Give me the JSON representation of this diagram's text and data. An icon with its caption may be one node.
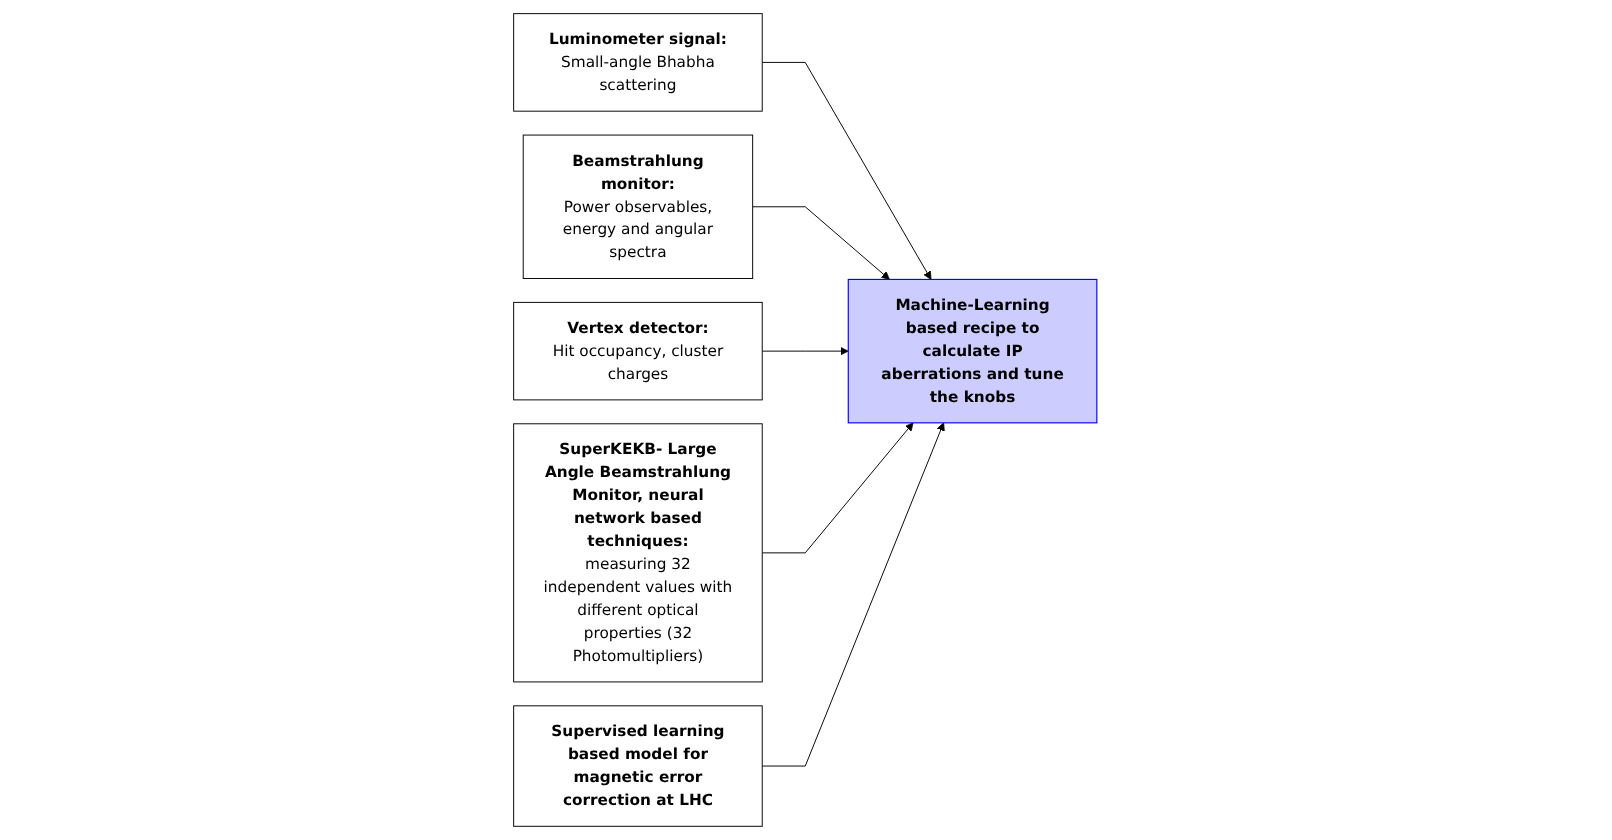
{
  "diagram": {
    "nodes": [
      {
        "text": [
          "Luminometer signal:",
          "Small-angle Bhabha scattering"
        ]
      },
      {
        "text": [
          "Beamstrahlung monitor:",
          "Power observables, energy and angular spectra"
        ]
      },
      {
        "text": [
          "Vertex detector:",
          "Hit occupancy, cluster charges"
        ]
      },
      {
        "text": [
          "Machine-Learning based recipe to calculate IP aberrations and tune the knobs"
        ]
      },
      {
        "text": [
          "SuperKEKB- Large Angle Beamstrahlung Monitor, neural network based techniques:",
          "measuring 32 independent values with different optical properties (32 Photomultipliers)"
        ]
      },
      {
        "text": [
          "Supervised learning based model for magnetic error correction at LHC"
        ]
      }
    ],
    "edges": [
      {
        "from": 0,
        "to": 3,
        "arrow": "to"
      },
      {
        "from": 1,
        "to": 3,
        "arrow": "to"
      },
      {
        "from": 2,
        "to": 3,
        "arrow": "to"
      },
      {
        "from": 4,
        "to": 3,
        "arrow": "to"
      },
      {
        "from": 5,
        "to": 3,
        "arrow": "to"
      }
    ]
  }
}
